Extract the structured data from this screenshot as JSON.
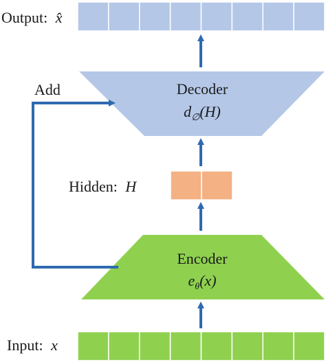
{
  "output": {
    "label": "Output:",
    "symbol": "x̂",
    "cells": 8
  },
  "input": {
    "label": "Input:",
    "symbol": "x",
    "cells": 8
  },
  "decoder": {
    "title": "Decoder",
    "func_main": "d",
    "func_sub": "∅",
    "func_arg": "(H)"
  },
  "encoder": {
    "title": "Encoder",
    "func_main": "e",
    "func_sub": "θ",
    "func_arg": "(x)"
  },
  "hidden": {
    "label": "Hidden:",
    "symbol": "H",
    "cells": 2
  },
  "skip": {
    "label": "Add"
  },
  "colors": {
    "output_fill": "#b4c7e7",
    "decoder_fill": "#b4c7e7",
    "encoder_fill": "#8fd14f",
    "input_fill": "#8fd14f",
    "hidden_fill": "#f4b183",
    "arrow": "#2e6ab0"
  }
}
